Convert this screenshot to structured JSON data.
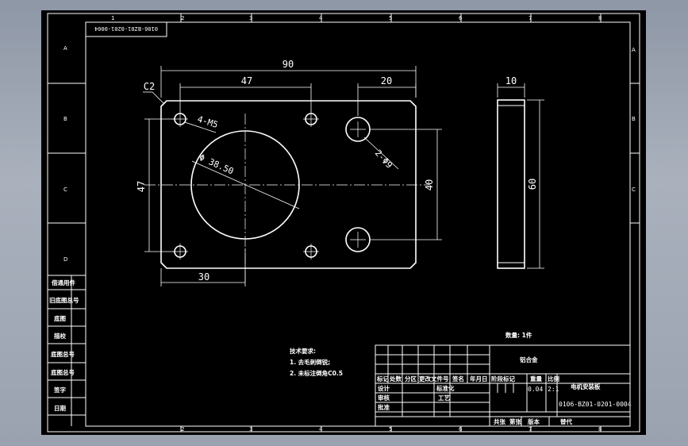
{
  "drawing_number_top": "0106-BZ01-0201-0004",
  "border": {
    "columns": [
      "1",
      "2",
      "3",
      "4",
      "5",
      "6",
      "7",
      "8"
    ],
    "rows": [
      "A",
      "B",
      "C",
      "D"
    ]
  },
  "left_panel": [
    "借通用件",
    "旧底图总号",
    "底图",
    "描校",
    "底图总号",
    "底图总号",
    "签字",
    "日期"
  ],
  "plate_view": {
    "chamfer": "C2",
    "dim_overall_width": "90",
    "dim_hole_spacing": "47",
    "dim_right_offset": "20",
    "dim_left_height": "47",
    "dim_right_height": "40",
    "dim_bottom": "30",
    "label_tapped_holes": "4-M5",
    "label_through_holes": "2-Φ9",
    "label_bore": "Φ 38.50"
  },
  "side_view": {
    "dim_thickness": "10",
    "dim_height": "60"
  },
  "tech_requirements": {
    "title": "技术要求:",
    "items": [
      "1. 去毛刺倒锐;",
      "2. 未标注倒角C0.5"
    ]
  },
  "quantity_note": "数量: 1件",
  "title_block": {
    "material": "铝合金",
    "headers": [
      "标记",
      "处数",
      "分区",
      "更改文件号",
      "签名",
      "年月日"
    ],
    "roles": [
      "设计",
      "审核",
      "工艺",
      "标准化",
      "批准"
    ],
    "stage_header": "阶段标记",
    "weight_header": "重量",
    "scale_header": "比例",
    "weight": "0.04",
    "scale": "2:1",
    "part_name": "电机安装板",
    "drawing_number": "0106-BZ01-0201-0004",
    "footer": [
      "共张",
      "第张",
      "版本",
      "替代"
    ]
  }
}
